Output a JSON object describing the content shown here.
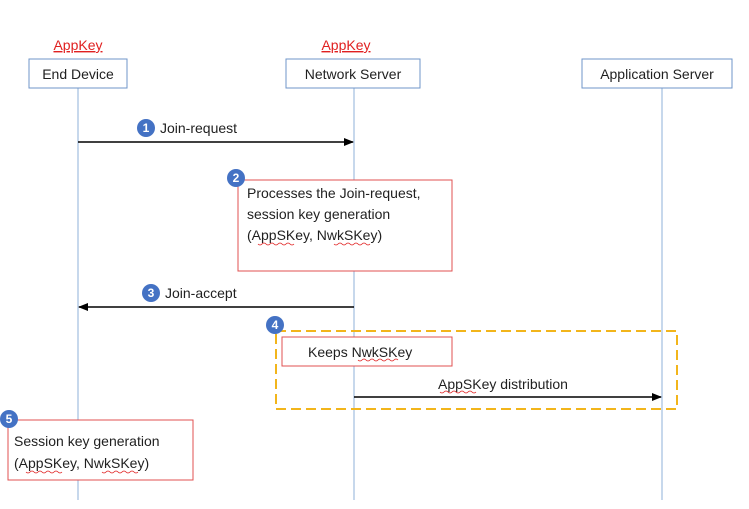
{
  "colors": {
    "lifeline": "#8fb0d9",
    "header_border": "#6f95c9",
    "key_label": "#e02020",
    "step_badge": "#4472c4",
    "note_border": "#e05050",
    "group_border": "#f2b51b",
    "arrow": "#000000"
  },
  "participants": [
    {
      "key": "end_device",
      "name": "End Device",
      "key_label": "AppKey"
    },
    {
      "key": "network_server",
      "name": "Network Server",
      "key_label": "AppKey"
    },
    {
      "key": "application_server",
      "name": "Application Server",
      "key_label": ""
    }
  ],
  "steps": [
    {
      "number": "1",
      "label": "Join-request",
      "from": "End Device",
      "to": "Network Server"
    },
    {
      "number": "2",
      "lines": [
        "Processes the Join-request,",
        "session key generation",
        "(AppSKey, NwkSKey)"
      ]
    },
    {
      "number": "3",
      "label": "Join-accept",
      "from": "Network Server",
      "to": "End Device"
    },
    {
      "number": "4",
      "note": "Keeps NwkSKey",
      "label": "AppSKey distribution",
      "from": "Network Server",
      "to": "Application Server"
    },
    {
      "number": "5",
      "lines": [
        "Session key generation",
        "(AppSKey, NwkSKey)"
      ]
    }
  ]
}
